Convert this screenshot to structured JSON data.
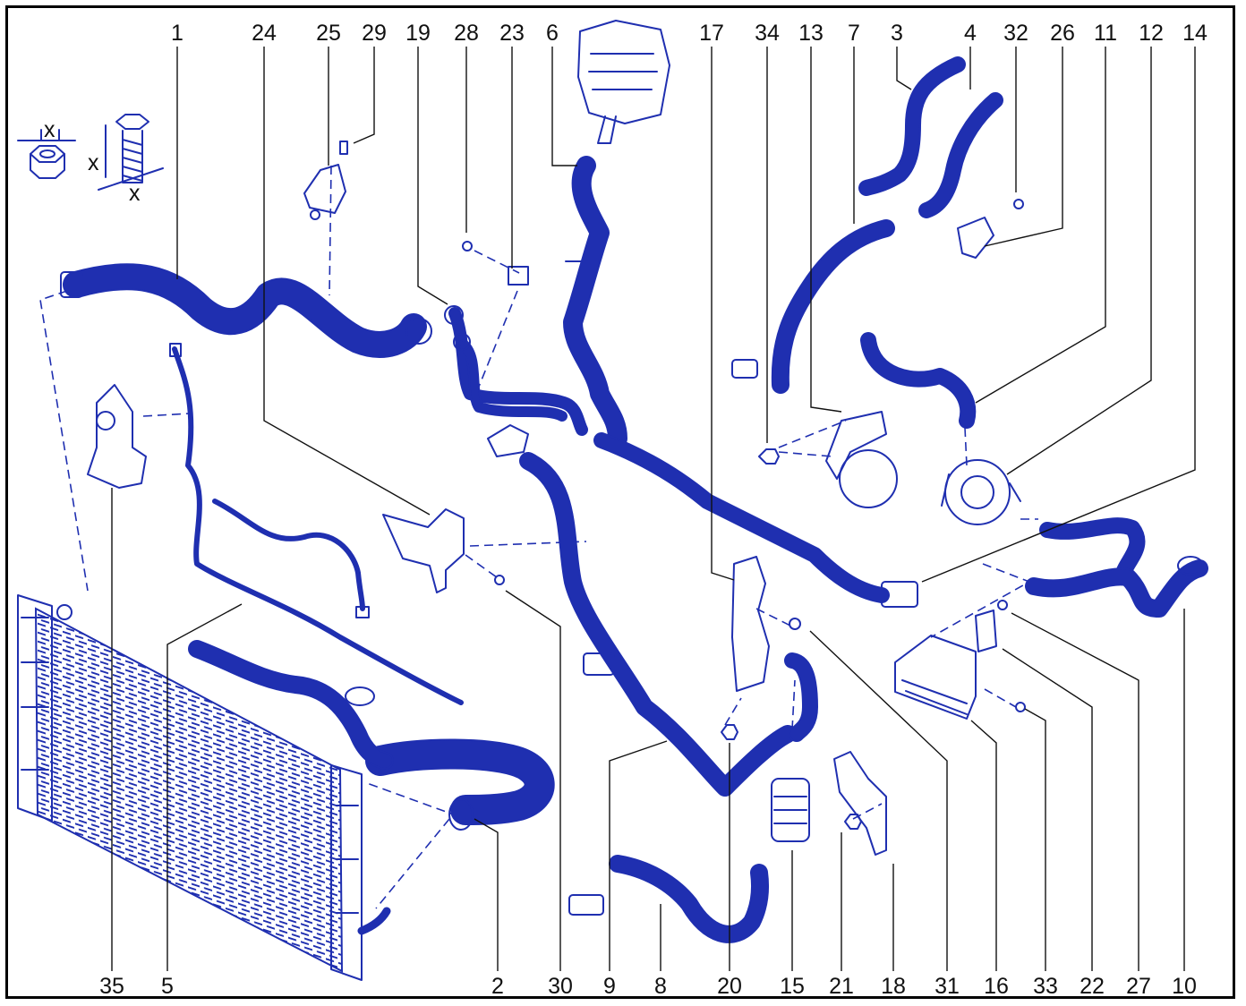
{
  "diagram": {
    "callouts_top": [
      "1",
      "24",
      "25",
      "29",
      "19",
      "28",
      "23",
      "6",
      "17",
      "34",
      "13",
      "7",
      "3",
      "4",
      "32",
      "26",
      "11",
      "12",
      "14"
    ],
    "callouts_bottom": [
      "35",
      "5",
      "2",
      "30",
      "9",
      "8",
      "20",
      "15",
      "21",
      "18",
      "31",
      "16",
      "33",
      "22",
      "27",
      "10"
    ],
    "legend": {
      "x_label_nut": "x",
      "x_label_bolt_h": "x",
      "x_label_bolt_w": "x"
    },
    "colors": {
      "line_art": "#1f2fb0",
      "text": "#111111",
      "border": "#000000"
    }
  }
}
